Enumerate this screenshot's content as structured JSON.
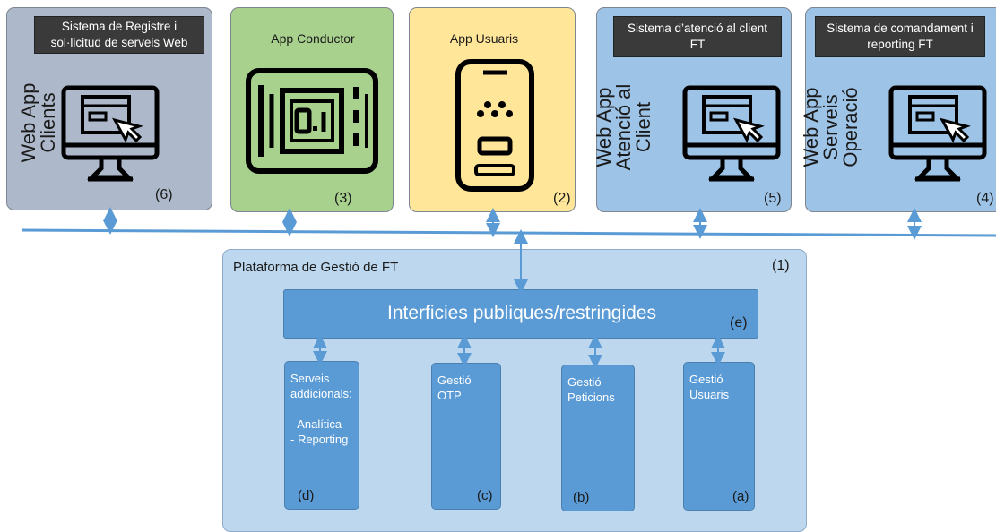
{
  "top_boxes": {
    "web_clients": {
      "header": "Sistema de Registre i sol·licitud de serveis Web",
      "vertical_label": [
        "Web App",
        "Clients"
      ],
      "number": "(6)",
      "icon": "monitor-app-icon"
    },
    "conductor": {
      "title": "App Conductor",
      "number": "(3)",
      "icon": "taximeter-icon"
    },
    "usuaris": {
      "title": "App Usuaris",
      "number": "(2)",
      "icon": "smartphone-app-icon"
    },
    "atencio": {
      "header": "Sistema d’atenció al client FT",
      "vertical_label": [
        "Web App",
        "Atenció al",
        "Client"
      ],
      "number": "(5)",
      "icon": "monitor-app-icon"
    },
    "comandament": {
      "header": "Sistema de comandament i reporting FT",
      "vertical_label": [
        "Web App",
        "Serveis",
        "Operació"
      ],
      "number": "(4)",
      "icon": "monitor-app-icon"
    }
  },
  "platform": {
    "title": "Plataforma de Gestió de FT",
    "number": "(1)",
    "interfaces": {
      "label": "Interficies publiques/restringides",
      "tag": "(e)"
    },
    "modules": [
      {
        "lines": [
          "Serveis",
          "addicionals:",
          "",
          "- Analítica",
          "- Reporting"
        ],
        "tag": "(d)"
      },
      {
        "lines": [
          "Gestió",
          "OTP"
        ],
        "tag": "(c)"
      },
      {
        "lines": [
          "Gestió",
          "Peticions"
        ],
        "tag": "(b)"
      },
      {
        "lines": [
          "Gestió",
          "Usuaris"
        ],
        "tag": "(a)"
      }
    ]
  },
  "colors": {
    "grey_box": "#adb9ca",
    "green_box": "#a9d18e",
    "yellow_box": "#ffe699",
    "blue_box": "#9dc3e6",
    "platform": "#bdd7ee",
    "module": "#5b9bd5",
    "connector": "#5b9bd5"
  }
}
